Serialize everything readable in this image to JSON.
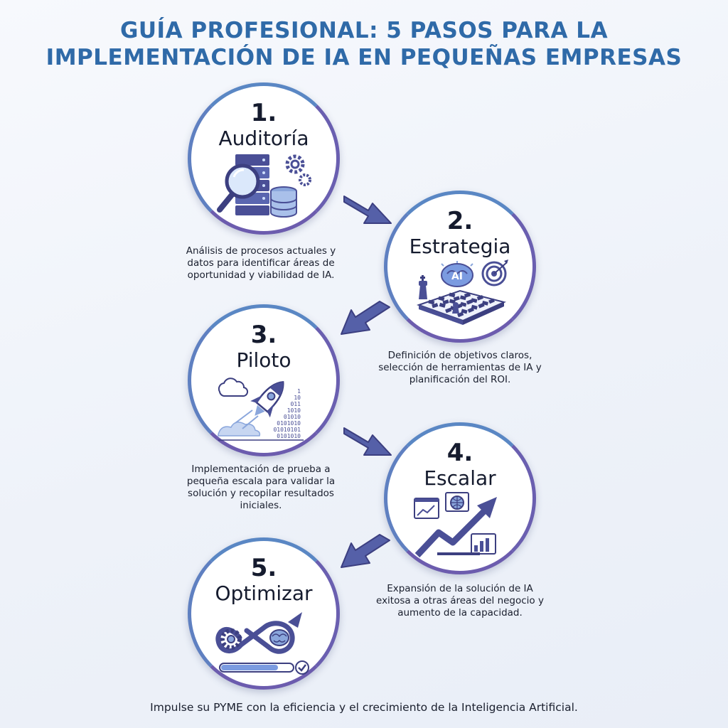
{
  "title": {
    "line1": "GUÍA PROFESIONAL: 5 PASOS PARA LA",
    "line2": "IMPLEMENTACIÓN DE IA EN PEQUEÑAS EMPRESAS"
  },
  "steps": [
    {
      "number": "1.",
      "name": "Auditoría",
      "icon": "audit-search-icon",
      "description": "Análisis de procesos actuales y datos para identificar áreas de oportunidad y viabilidad de IA."
    },
    {
      "number": "2.",
      "name": "Estrategia",
      "icon": "strategy-chess-icon",
      "icon_label": "AI",
      "description": "Definición de objetivos claros, selección de herramientas de IA y planificación del ROI."
    },
    {
      "number": "3.",
      "name": "Piloto",
      "icon": "rocket-icon",
      "binary_lines": [
        "1",
        "10",
        "011",
        "1010",
        "01010",
        "0101010",
        "01010101",
        "0101010"
      ],
      "description": "Implementación de prueba a pequeña escala para validar la solución y recopilar resultados iniciales."
    },
    {
      "number": "4.",
      "name": "Escalar",
      "icon": "scale-growth-icon",
      "description": "Expansión de la solución de IA exitosa a otras áreas del negocio y aumento de la capacidad."
    },
    {
      "number": "5.",
      "name": "Optimizar",
      "icon": "optimize-cycle-icon",
      "description": ""
    }
  ],
  "footer": "Impulse su PYME con la eficiencia y el crecimiento de la Inteligencia Artificial.",
  "colors": {
    "title": "#2f6aa8",
    "ring": "#6a7bbf",
    "arrow": "#5560a8",
    "icon_dark": "#4a4f96",
    "icon_light": "#8aa6dc"
  }
}
